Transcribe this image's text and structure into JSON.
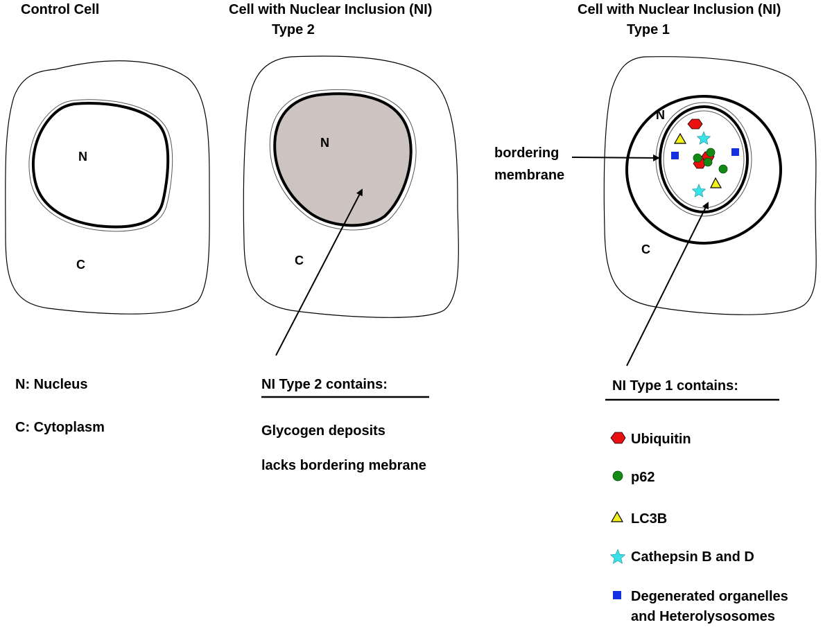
{
  "titles": {
    "control": "Control Cell",
    "type2_line1": "Cell with Nuclear Inclusion (NI)",
    "type2_line2": "Type 2",
    "type1_line1": "Cell with Nuclear Inclusion (NI)",
    "type1_line2": "Type 1"
  },
  "cell_labels": {
    "nucleus": "N",
    "cytoplasm": "C",
    "bordering_line1": "bordering",
    "bordering_line2": "membrane"
  },
  "key": {
    "nucleus": "N: Nucleus",
    "cytoplasm": "C: Cytoplasm"
  },
  "type2": {
    "heading": "NI Type 2 contains:",
    "items": [
      "Glycogen deposits",
      "lacks bordering mebrane"
    ]
  },
  "type1": {
    "heading": "NI Type 1 contains:",
    "legend": [
      {
        "label": "Ubiquitin",
        "icon": "red-hexagon-icon"
      },
      {
        "label": "p62",
        "icon": "green-circle-icon"
      },
      {
        "label": "LC3B",
        "icon": "yellow-triangle-icon"
      },
      {
        "label": "Cathepsin B and D",
        "icon": "cyan-star-icon"
      },
      {
        "label": "Degenerated organelles",
        "label2": "and Heterolysosomes",
        "icon": "blue-square-icon"
      }
    ]
  },
  "colors": {
    "nucleus_fill_type2": "#cdc4c2",
    "ubiquitin": "#e81010",
    "p62": "#138a13",
    "lc3b": "#f3ef18",
    "cathepsin": "#39e1e8",
    "organelles": "#1530e0"
  }
}
